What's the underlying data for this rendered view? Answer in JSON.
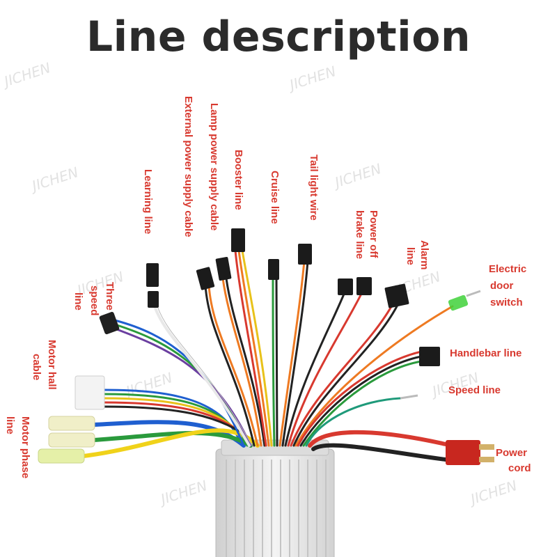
{
  "title": "Line description",
  "watermark": "JICHEN",
  "labels": {
    "learning_line": "Learning line",
    "external_power": "External power supply cable",
    "lamp_power": "Lamp power supply cable",
    "booster_line": "Booster line",
    "cruise_line": "Cruise line",
    "tail_light": "Tail light wire",
    "power_off_brake_1": "Power off",
    "power_off_brake_2": "brake line",
    "alarm_1": "Alarm",
    "alarm_2": "line",
    "three_speed_1": "Three",
    "three_speed_2": "speed",
    "three_speed_3": "line",
    "motor_hall_1": "Motor hall",
    "motor_hall_2": "cable",
    "motor_phase_1": "Motor phase",
    "motor_phase_2": "line",
    "electric_door_1": "Electric",
    "electric_door_2": "door",
    "electric_door_3": "switch",
    "handlebar_line": "Handlebar line",
    "speed_line": "Speed line",
    "power_cord_1": "Power",
    "power_cord_2": "cord"
  },
  "colors": {
    "label": "#d8392f",
    "title": "#2b2b2b",
    "housing": "#e4e4e4"
  }
}
